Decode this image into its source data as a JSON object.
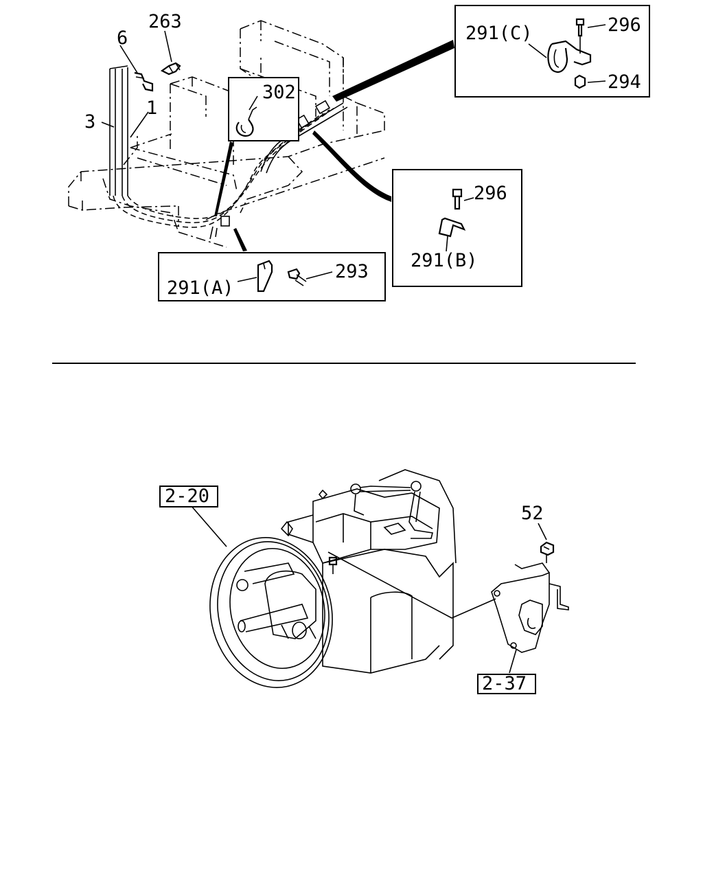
{
  "top_diagram": {
    "labels": {
      "p263": "263",
      "p6": "6",
      "p3": "3",
      "p1": "1",
      "p302": "302",
      "p291c": "291(C)",
      "p296_c": "296",
      "p294": "294",
      "p296_b": "296",
      "p291b": "291(B)",
      "p291a": "291(A)",
      "p293": "293"
    }
  },
  "bottom_diagram": {
    "labels": {
      "p2_20": "2-20",
      "p52": "52",
      "p2_37": "2-37"
    }
  }
}
